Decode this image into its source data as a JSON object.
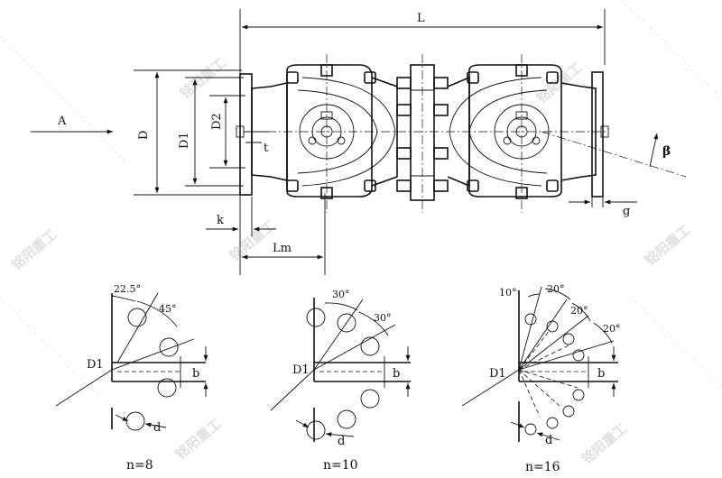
{
  "labels": {
    "L": "L",
    "A": "A",
    "D": "D",
    "D1": "D1",
    "D2": "D2",
    "t": "t",
    "k": "k",
    "Lm": "Lm",
    "beta": "β",
    "g": "g",
    "b": "b",
    "d": "d"
  },
  "patterns": [
    {
      "caption": "n=8",
      "angles": [
        "22.5°",
        "45°"
      ]
    },
    {
      "caption": "n=10",
      "angles": [
        "30°",
        "30°"
      ]
    },
    {
      "caption": "n=16",
      "angles": [
        "10°",
        "20°",
        "20°",
        "20°"
      ]
    }
  ],
  "watermark": "铭阳重工"
}
